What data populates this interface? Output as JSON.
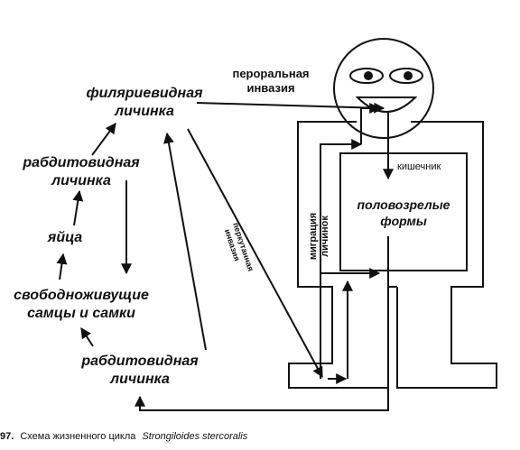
{
  "diagram": {
    "stages": {
      "filariform": [
        "филяриевидная",
        "личинка"
      ],
      "rhabditiform_top": [
        "рабдитовидная",
        "личинка"
      ],
      "eggs": "яйца",
      "free_living": [
        "свободноживущие",
        "самцы и самки"
      ],
      "rhabditiform_bottom": [
        "рабдитовидная",
        "личинка"
      ]
    },
    "routes": {
      "oral": [
        "пероральная",
        "инвазия"
      ],
      "percutaneous": [
        "перкутанная",
        "инвазия"
      ],
      "migration": [
        "миграция",
        "личинок"
      ]
    },
    "host": {
      "intestine": "кишечник",
      "adults": [
        "половозрелые",
        "формы"
      ]
    },
    "caption": {
      "number": "97.",
      "text": "Схема жизненного цикла",
      "species": "Strongiloides stercoralis"
    }
  }
}
